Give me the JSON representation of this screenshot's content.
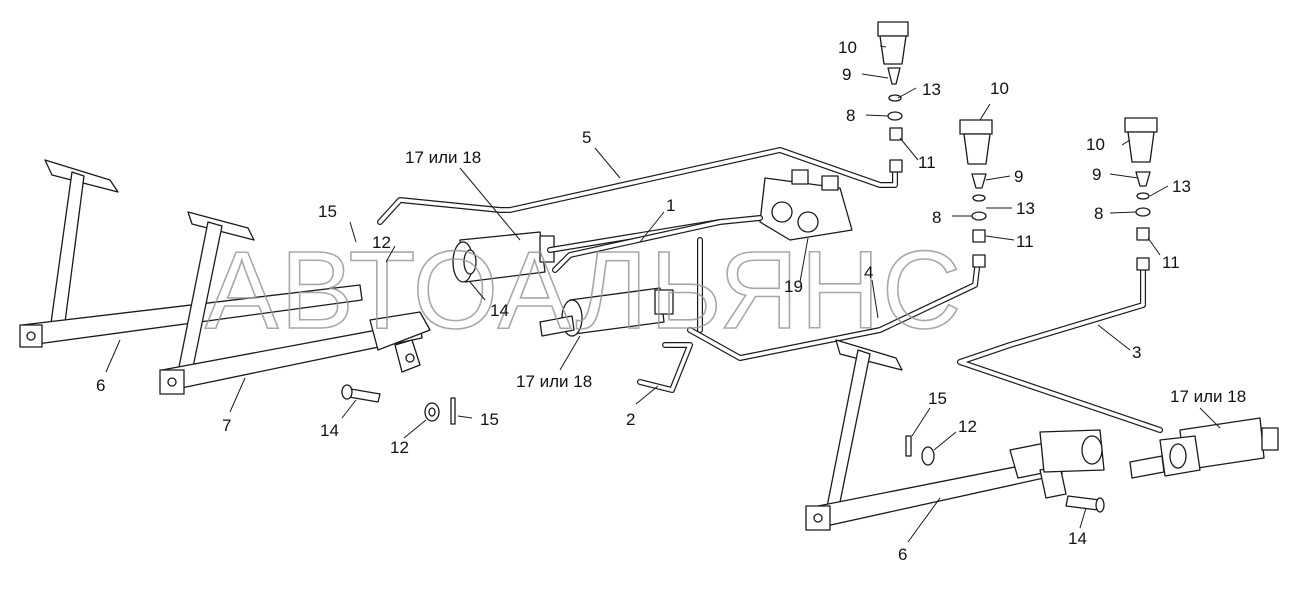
{
  "watermark": "АВТОАЛЬЯНС",
  "callouts": [
    {
      "id": "c10a",
      "text": "10"
    },
    {
      "id": "c9a",
      "text": "9"
    },
    {
      "id": "c13a",
      "text": "13"
    },
    {
      "id": "c8a",
      "text": "8"
    },
    {
      "id": "c11a",
      "text": "11"
    },
    {
      "id": "c10b",
      "text": "10"
    },
    {
      "id": "c9b",
      "text": "9"
    },
    {
      "id": "c13b",
      "text": "13"
    },
    {
      "id": "c8b",
      "text": "8"
    },
    {
      "id": "c11b",
      "text": "11"
    },
    {
      "id": "c10c",
      "text": "10"
    },
    {
      "id": "c9c",
      "text": "9"
    },
    {
      "id": "c13c",
      "text": "13"
    },
    {
      "id": "c8c",
      "text": "8"
    },
    {
      "id": "c11c",
      "text": "11"
    },
    {
      "id": "c5",
      "text": "5"
    },
    {
      "id": "c1",
      "text": "1"
    },
    {
      "id": "c17a",
      "text": "17 или 18"
    },
    {
      "id": "c15a",
      "text": "15"
    },
    {
      "id": "c12a",
      "text": "12"
    },
    {
      "id": "c14a",
      "text": "14"
    },
    {
      "id": "c19",
      "text": "19"
    },
    {
      "id": "c4",
      "text": "4"
    },
    {
      "id": "c3",
      "text": "3"
    },
    {
      "id": "c6a",
      "text": "6"
    },
    {
      "id": "c7",
      "text": "7"
    },
    {
      "id": "c17b",
      "text": "17 или 18"
    },
    {
      "id": "c14b",
      "text": "14"
    },
    {
      "id": "c12b",
      "text": "12"
    },
    {
      "id": "c15b",
      "text": "15"
    },
    {
      "id": "c2",
      "text": "2"
    },
    {
      "id": "c15c",
      "text": "15"
    },
    {
      "id": "c12c",
      "text": "12"
    },
    {
      "id": "c17c",
      "text": "17 или 18"
    },
    {
      "id": "c6b",
      "text": "6"
    },
    {
      "id": "c14c",
      "text": "14"
    }
  ]
}
